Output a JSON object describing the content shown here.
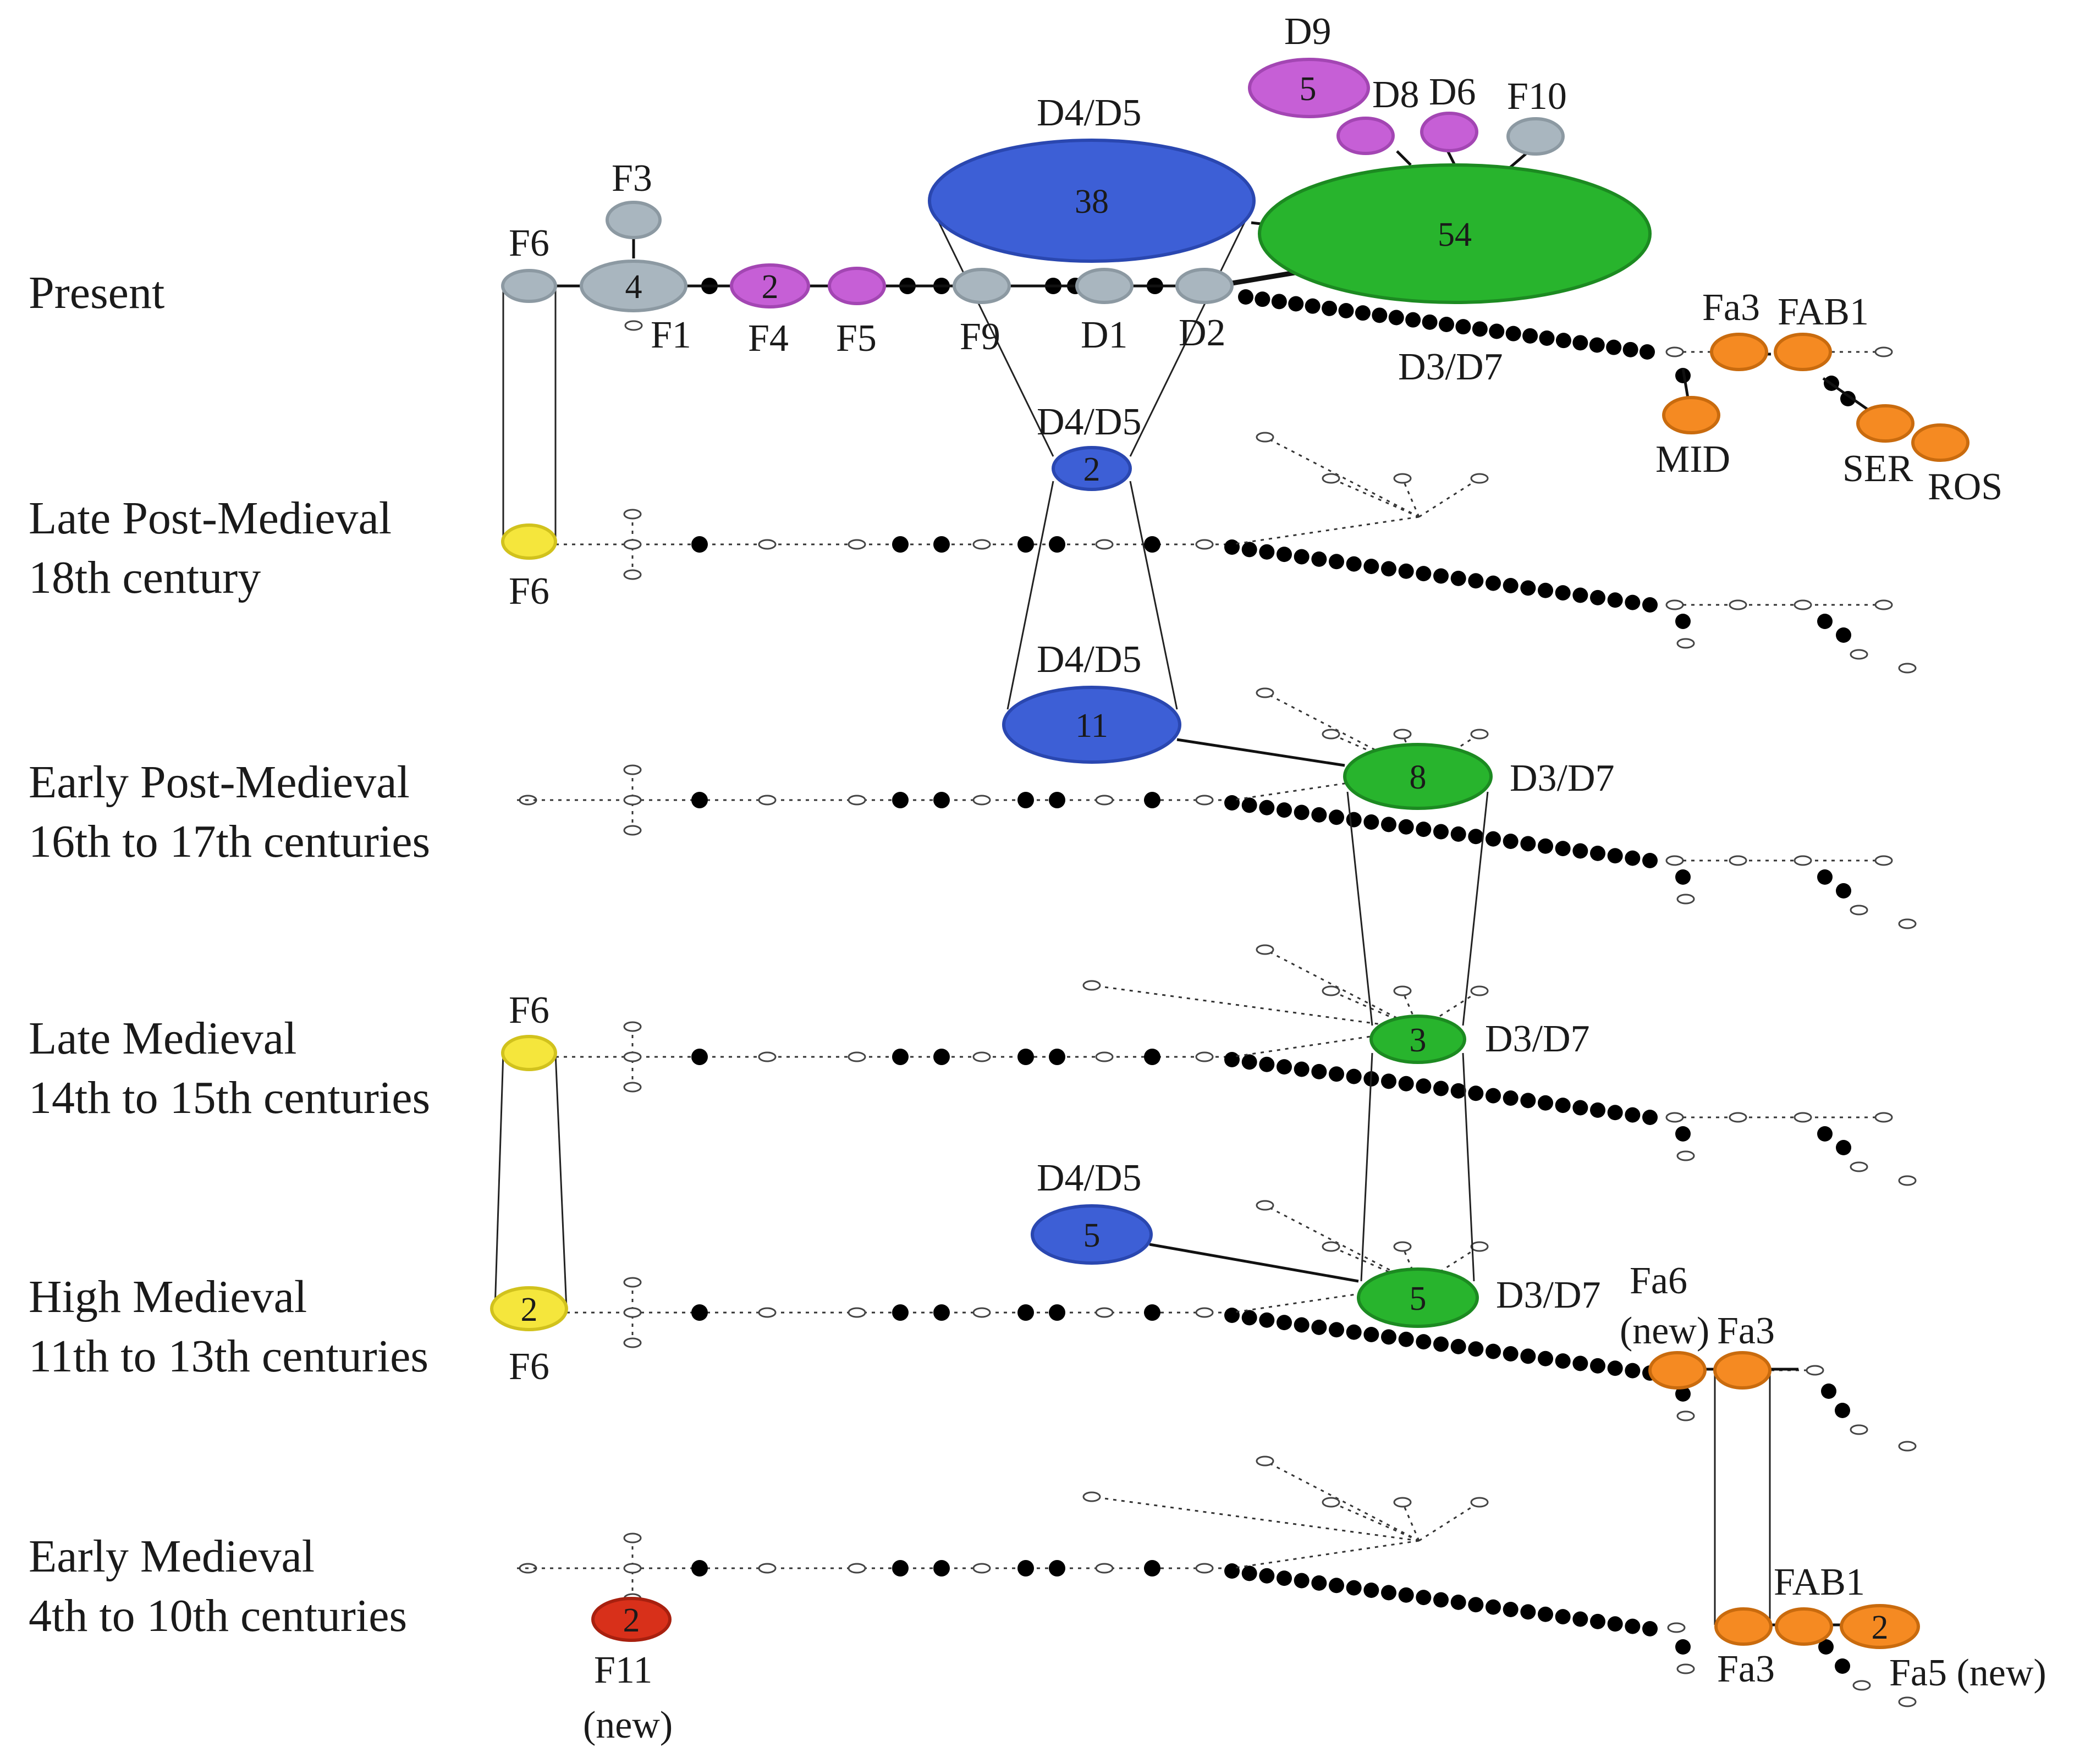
{
  "colors": {
    "grey": "#a9b6bf",
    "purple": "#c65fd6",
    "blue": "#3d5fd6",
    "green": "#28b42d",
    "orange": "#f58a22",
    "yellow": "#f5e63c",
    "red": "#d8301a"
  },
  "periods": [
    {
      "name": "Present",
      "range": ""
    },
    {
      "name": "Late Post-Medieval",
      "range": "18th century"
    },
    {
      "name": "Early Post-Medieval",
      "range": "16th to 17th centuries"
    },
    {
      "name": "Late Medieval",
      "range": "14th to 15th centuries"
    },
    {
      "name": "High Medieval",
      "range": "11th to 13th centuries"
    },
    {
      "name": "Early Medieval",
      "range": "4th to 10th centuries"
    }
  ],
  "haplotypes": {
    "F1": "F1",
    "F3": "F3",
    "F4": "F4",
    "F5": "F5",
    "F6": "F6",
    "F9": "F9",
    "F10": "F10",
    "F11": "F11",
    "new": "(new)",
    "D1": "D1",
    "D2": "D2",
    "D6": "D6",
    "D8": "D8",
    "D9": "D9",
    "D45": "D4/D5",
    "D37": "D3/D7",
    "Fa3": "Fa3",
    "FAB1": "FAB1",
    "MID": "MID",
    "SER": "SER",
    "ROS": "ROS",
    "Fa6": "Fa6",
    "Fa6new": "(new)",
    "Fa5": "Fa5 (new)"
  },
  "counts": {
    "F1_present": "4",
    "F4_present": "2",
    "D9_present": "5",
    "D45_present": "38",
    "D37_present": "54",
    "D45_late_post": "2",
    "D45_early_post": "11",
    "D37_early_post": "8",
    "D37_late_med": "3",
    "D45_high_med": "5",
    "D37_high_med": "5",
    "F6_high_med": "2",
    "F11_early_med": "2",
    "Fa5_early_med": "2"
  }
}
